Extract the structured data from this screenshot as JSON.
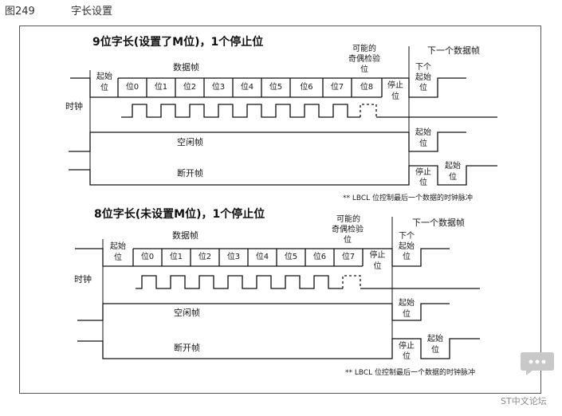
{
  "caption": {
    "number": "图249",
    "title": "字长设置"
  },
  "section1": {
    "heading": "9位字长(设置了M位)，1个停止位",
    "data_frame_label": "数据帧",
    "parity_label": [
      "可能的",
      "奇偶检验",
      "位"
    ],
    "next_frame_label": "下一个数据帧",
    "start_bit_label": [
      "起始",
      "位"
    ],
    "bits": [
      "位0",
      "位1",
      "位2",
      "位3",
      "位4",
      "位5",
      "位6",
      "位7",
      "位8"
    ],
    "stop_bit_label": [
      "停止",
      "位"
    ],
    "next_start_label": [
      "下个",
      "起始",
      "位"
    ],
    "clock_label": "时钟",
    "idle_frame_label": "空闲帧",
    "idle_start_label": [
      "起始",
      "位"
    ],
    "break_frame_label": "断开帧",
    "break_stop_label": [
      "停止",
      "位"
    ],
    "break_start_label": [
      "起始",
      "位"
    ],
    "footnote": "** LBCL 位控制最后一个数据的时钟脉冲"
  },
  "section2": {
    "heading": "8位字长(未设置M位)，1个停止位",
    "data_frame_label": "数据帧",
    "parity_label": [
      "可能的",
      "奇偶检验",
      "位"
    ],
    "next_frame_label": "下一个数据帧",
    "start_bit_label": [
      "起始",
      "位"
    ],
    "bits": [
      "位0",
      "位1",
      "位2",
      "位3",
      "位4",
      "位5",
      "位6",
      "位7"
    ],
    "stop_bit_label": [
      "停止",
      "位"
    ],
    "next_start_label": [
      "下个",
      "起始",
      "位"
    ],
    "clock_label": "时钟",
    "idle_frame_label": "空闲帧",
    "idle_start_label": [
      "起始",
      "位"
    ],
    "break_frame_label": "断开帧",
    "break_stop_label": [
      "停止",
      "位"
    ],
    "break_start_label": [
      "起始",
      "位"
    ],
    "footnote": "** LBCL 位控制最后一个数据的时钟脉冲"
  },
  "watermark": "ST中文论坛"
}
